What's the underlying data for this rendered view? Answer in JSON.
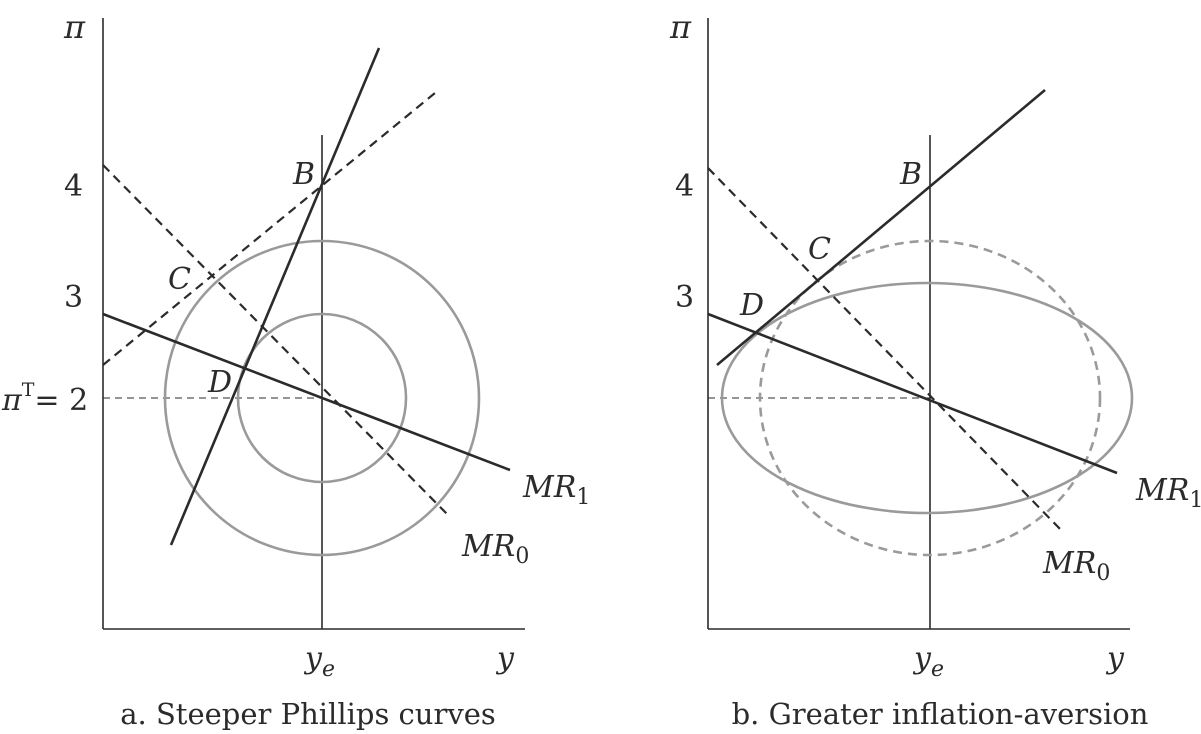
{
  "panel_a": {
    "caption": "a. Steeper Phillips curves",
    "y_axis_label": "π",
    "x_axis_label": "y",
    "ye_label": "y",
    "ye_sub": "e",
    "tick_4": "4",
    "tick_3": "3",
    "target_pi": "π",
    "target_sup": "T",
    "target_rest": "= 2",
    "point_B": "B",
    "point_C": "C",
    "point_D": "D",
    "mr1_main": "MR",
    "mr1_sub": "1",
    "mr0_main": "MR",
    "mr0_sub": "0"
  },
  "panel_b": {
    "caption": "b. Greater inflation-aversion",
    "y_axis_label": "π",
    "x_axis_label": "y",
    "ye_label": "y",
    "ye_sub": "e",
    "tick_4": "4",
    "tick_3": "3",
    "point_B": "B",
    "point_C": "C",
    "point_D": "D",
    "mr1_main": "MR",
    "mr1_sub": "1",
    "mr0_main": "MR",
    "mr0_sub": "0"
  },
  "colors": {
    "ink": "#2b2b2b",
    "indifference_curve": "#9a9a9a"
  }
}
